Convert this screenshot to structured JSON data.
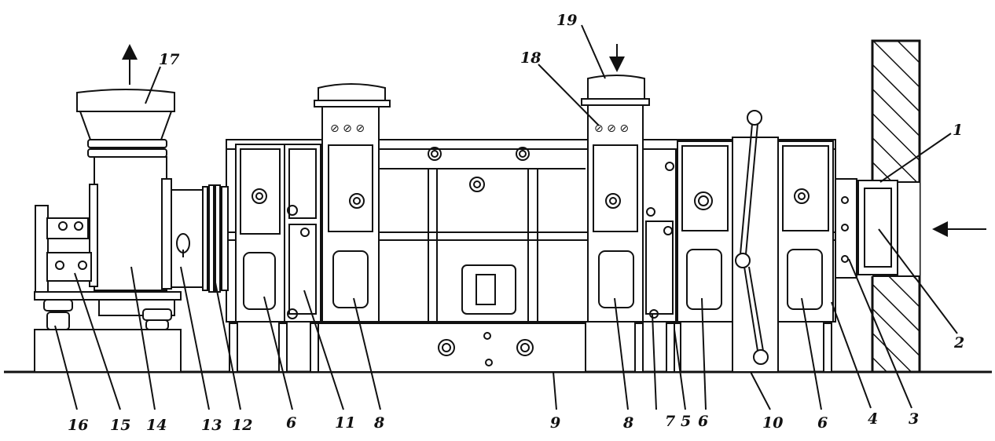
{
  "labels": {
    "l1": "1",
    "l2": "2",
    "l3": "3",
    "l4": "4",
    "l5": "5",
    "l6a": "6",
    "l6b": "6",
    "l6c": "6",
    "l7": "7",
    "l8a": "8",
    "l8b": "8",
    "l9": "9",
    "l10": "10",
    "l11": "11",
    "l12": "12",
    "l13": "13",
    "l14": "14",
    "l15": "15",
    "l16": "16",
    "l17": "17",
    "l18": "18",
    "l19": "19"
  }
}
